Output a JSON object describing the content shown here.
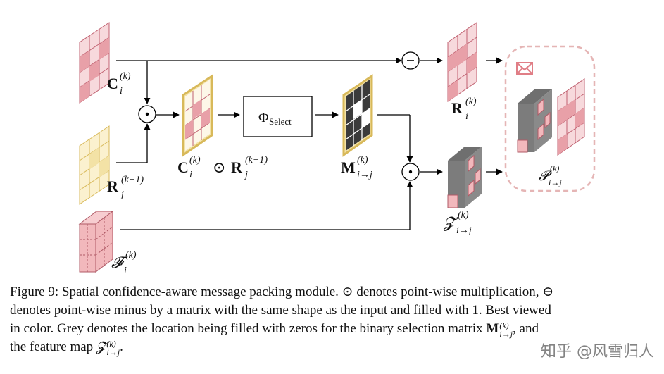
{
  "diagram": {
    "select_block": "Φ",
    "select_sub": "Select",
    "odot": "⊙",
    "minus": "−",
    "labels": {
      "c_main": "C",
      "c_sub": "i",
      "c_sup": "(k)",
      "r_main": "R",
      "r_sub": "j",
      "r_sup": "(k−1)",
      "f_main": "𝓕",
      "f_sub": "i",
      "f_sup": "(k)",
      "cr_c": "C",
      "cr_c_sub": "i",
      "cr_c_sup": "(k)",
      "cr_odot": "⊙",
      "cr_r": "R",
      "cr_r_sub": "j",
      "cr_r_sup": "(k−1)",
      "m_main": "M",
      "m_sub": "i→j",
      "m_sup": "(k)",
      "ri_main": "R",
      "ri_sub": "i",
      "ri_sup": "(k)",
      "z_main": "𝓩",
      "z_sub": "i→j",
      "z_sup": "(k)",
      "p_main": "𝓟",
      "p_sub": "i→j",
      "p_sup": "(k)"
    },
    "envelope_icon": "envelope-icon",
    "colors": {
      "confidence": "#e8a0a8",
      "request": "#f3e2a6",
      "feature": "#f2b8bc",
      "grey": "#8a8a8a",
      "dashed_box": "#e5b5b5"
    }
  },
  "caption": {
    "line1_prefix": "Figure 9: Spatial confidence-aware message packing module.",
    "odot_symbol": "⊙",
    "line1_mid": "denotes point-wise multiplication,",
    "ominus_symbol": "⊖",
    "line2": "denotes point-wise minus by a matrix with the same shape as the input and filled with 1. Best viewed",
    "line3_prefix": "in color. Grey denotes the location being filled with zeros for the binary selection matrix",
    "m_symbol": "M",
    "m_sub": "i→j",
    "m_sup": "(k)",
    "line3_suffix": ", and",
    "line4_prefix": "the feature map",
    "z_symbol": "𝓩",
    "z_sub": "i→j",
    "z_sup": "(k)",
    "line4_suffix": "."
  },
  "watermark": "知乎 @风雪归人"
}
